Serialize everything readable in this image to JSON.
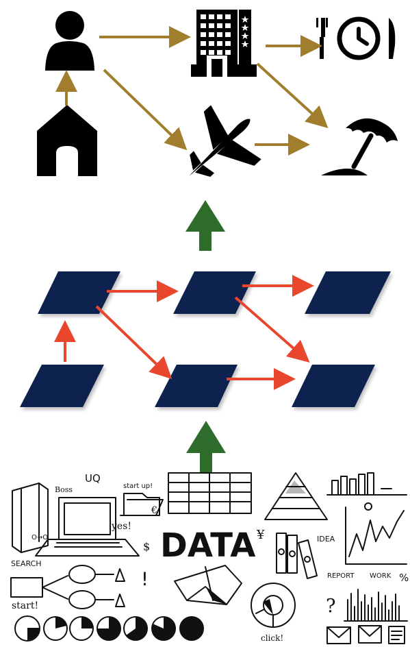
{
  "colors": {
    "top_arrow": "#a07e2d",
    "middle_arrow": "#e8472e",
    "layer_arrow": "#2e6c2b",
    "node_fill": "#102150",
    "ink": "#111111"
  },
  "top_layer": {
    "icons": [
      "person-icon",
      "home-icon",
      "hotel-icon",
      "restaurant-icon",
      "airplane-icon",
      "beach-umbrella-icon"
    ]
  },
  "middle_layer": {
    "node_count": 6,
    "edge_count": 6
  },
  "bottom_layer": {
    "doodle_texts": {
      "data": "DATA",
      "boss": "Boss",
      "startup": "start up!",
      "yes": "yes!",
      "euro": "€",
      "dollar": "$",
      "yen": "¥",
      "idea": "IDEA",
      "report": "REPORT",
      "work": "WORK",
      "percent": "%",
      "search": "SEARCH",
      "start": "start!",
      "exclaim": "!",
      "click": "click!",
      "question": "?",
      "uq": "UQ",
      "arrow_label": "O→O"
    }
  }
}
